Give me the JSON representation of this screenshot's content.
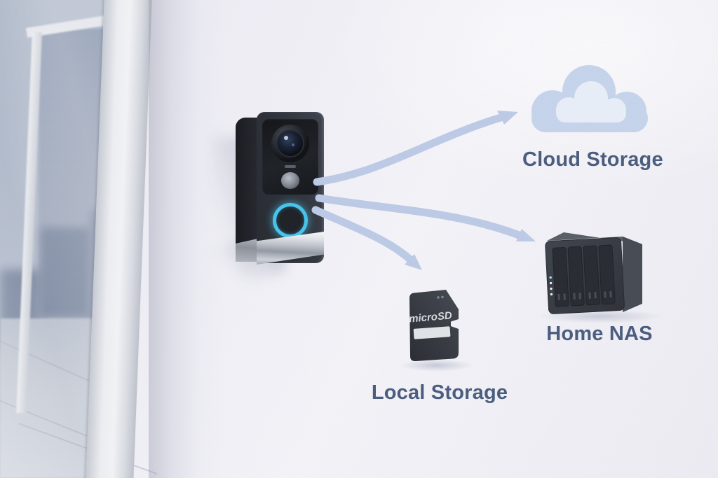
{
  "diagram": {
    "subject": "video-doorbell",
    "storage_options": [
      {
        "id": "cloud",
        "icon": "cloud-icon",
        "label": "Cloud Storage"
      },
      {
        "id": "nas",
        "icon": "nas-device-icon",
        "label": "Home NAS"
      },
      {
        "id": "local",
        "icon": "microsd-card-icon",
        "label": "Local Storage"
      }
    ]
  },
  "microsd": {
    "logo_print": "microSD"
  },
  "colors": {
    "wall": "#f3f2f8",
    "arrow": "#bdcbe7",
    "label_text": "#475a7c",
    "cloud_outer": "#c6d5ed",
    "cloud_inner": "#eaf0f9",
    "doorbell_body": "#2b2f36",
    "doorbell_button_ring": "#44c4ec",
    "nas_body": "#383c44",
    "sd_body": "#33373e"
  }
}
